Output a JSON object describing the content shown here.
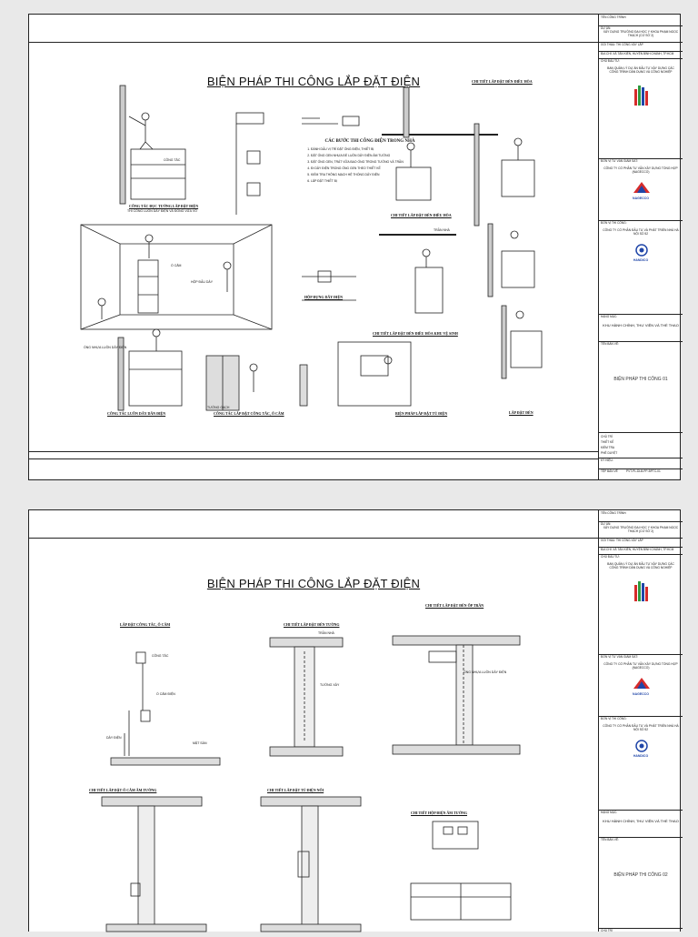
{
  "sheets": [
    {
      "title": "BIỆN PHÁP THI CÔNG LẮP ĐẶT ĐIỆN",
      "drawing_name": "BIỆN PHÁP THI CÔNG 01",
      "captions": {
        "wall_chasing": "CÔNG TÁC ĐỤC TƯỜNG LẮP ĐẶT ĐIỆN",
        "wall_chasing_sub": "THI CÔNG LUỒN DÂY ĐIỆN VÀ ĐÓNG VỮA VÔ",
        "ceiling_detail": "CHI TIẾT LẮP ĐẶT ĐÈN ĐIỀU HÒA",
        "ceiling_light": "CHI TIẾT LẮP ĐẶT ĐÈN ĐIỀU HÒA",
        "wc_light": "CHI TIẾT LẮP ĐẶT ĐÈN ĐIỀU HÒA KHU VỆ SINH",
        "wiring": "CÔNG TÁC LUỒN DÂY DẪN ĐIỆN",
        "socket": "CÔNG TÁC LẮP ĐẶT CÔNG TẮC, Ổ CẮM",
        "panel": "BIỆN PHÁP LẮP ĐẶT TỦ ĐIỆN",
        "light": "LẮP ĐẶT ĐÈN",
        "junction": "HỘP ĐỰNG DÂY ĐIỆN"
      },
      "steps_title": "CÁC BƯỚC THI CÔNG ĐIỆN TRONG NHÀ",
      "steps": [
        "ĐÁNH DẤU VỊ TRÍ ĐẶT ỐNG ĐIỆN, THIẾT BỊ",
        "ĐẶT ỐNG GEN NHỰA ĐỂ LUỒN DÂY ĐIỆN ÂM TƯỜNG",
        "ĐẶT ỐNG GEN, TRÁT VỮA BAO ỐNG TRONG TƯỜNG VÀ TRẦN",
        "ĐI DÂY ĐIỆN TRONG ỐNG GEN THEO THIẾT KẾ",
        "KIỂM TRA THÔNG MẠCH HỆ THỐNG DÂY ĐIỆN",
        "LẮP ĐẶT THIẾT BỊ"
      ],
      "notes": {
        "switch": "CÔNG TẮC",
        "socket": "Ổ CẮM",
        "junction_box": "HỘP ĐẤU DÂY",
        "conduit": "ỐNG NHỰA LUỒN DÂY ĐIỆN",
        "ceiling": "TRẦN NHÀ",
        "wall": "TƯỜNG GẠCH"
      }
    },
    {
      "title": "BIỆN PHÁP THI CÔNG LẮP ĐẶT ĐIỆN",
      "drawing_name": "BIỆN PHÁP THI CÔNG 02",
      "captions": {
        "switch_socket": "LẮP ĐẶT CÔNG TẮC, Ổ CẮM",
        "wall_light": "CHI TIẾT LẮP ĐẶT ĐÈN TƯỜNG",
        "ceiling_light": "CHI TIẾT LẮP ĐẶT ĐÈN ỐP TRẦN",
        "socket_detail": "CHI TIẾT LẮP ĐẶT Ổ CẮM ÂM TƯỜNG",
        "panel_detail": "CHI TIẾT LẮP ĐẶT TỦ ĐIỆN NỔI",
        "box_detail": "CHI TIẾT HỘP ĐIỆN ÂM TƯỜNG"
      },
      "notes": {
        "switch": "CÔNG TẮC",
        "socket": "Ổ CẮM ĐIỆN",
        "wire": "DÂY ĐIỆN",
        "floor": "MẶT SÀN",
        "ceiling": "TRẦN NHÀ",
        "wall": "TƯỜNG XÂY",
        "conduit": "ỐNG NHỰA LUỒN DÂY ĐIỆN"
      }
    }
  ],
  "title_block": {
    "project_label": "TÊN CÔNG TRÌNH:",
    "project_label2": "DỰ ÁN:",
    "project": "XÂY DỰNG TRƯỜNG ĐẠI HỌC Y KHOA PHẠM NGỌC THẠCH (CƠ SỞ 2)",
    "package_label": "GÓI THẦU: THI CÔNG XÂY LẮP",
    "location": "ĐỊA CHỈ: XÃ TÂN KIÊN, HUYỆN BÌNH CHÁNH, TP.HCM",
    "investor_label": "CHỦ ĐẦU TƯ:",
    "investor": "BAN QUẢN LÝ DỰ ÁN ĐẦU TƯ XÂY DỰNG CÁC CÔNG TRÌNH DÂN DỤNG VÀ CÔNG NGHIỆP",
    "consultant_label": "ĐƠN VỊ TƯ VẤN GIÁM SÁT:",
    "consultant": "CÔNG TY CỔ PHẦN TƯ VẤN XÂY DỰNG TỔNG HỢP (NAGECCO)",
    "consultant_logo": "NAGECCO",
    "contractor_label": "ĐƠN VỊ THI CÔNG:",
    "contractor": "CÔNG TY CỔ PHẦN ĐẦU TƯ VÀ PHÁT TRIỂN NHÀ HÀ NỘI SỐ 52",
    "contractor_logo": "HANDICO",
    "item_label": "HẠNG MỤC:",
    "item": "KHU HÀNH CHÍNH, THƯ VIỆN VÀ THỂ THAO",
    "drawing_label": "TÊN BẢN VẼ:",
    "sign_rows": [
      "CHỦ TRÌ",
      "THIẾT KẾ",
      "KIỂM TRA",
      "PHÊ DUYỆT"
    ],
    "sheet_label": "KÝ HIỆU:",
    "file_label": "TỆP BẢN VẼ",
    "file": "PVT-PL-DLB-PP-BPTC-01"
  },
  "colors": {
    "line": "#222222",
    "accent_red": "#d62b2b",
    "accent_blue": "#2046a8",
    "accent_green": "#2f9a3e"
  }
}
